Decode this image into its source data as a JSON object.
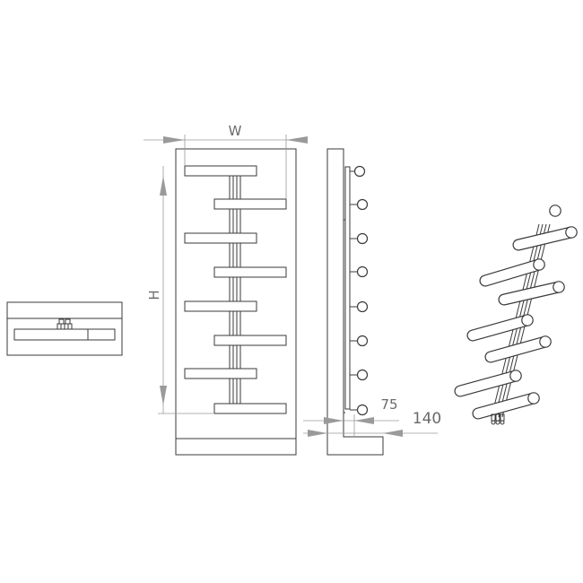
{
  "dimensions": {
    "width_label": "W",
    "height_label": "H",
    "depth_wall_label": "75",
    "depth_total_label": "140"
  },
  "colors": {
    "line": "#3a3a3a",
    "dimension": "#9a9a9a",
    "label": "#6a6a6a",
    "background": "#ffffff"
  }
}
